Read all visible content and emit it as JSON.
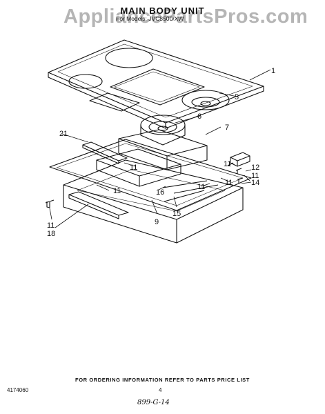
{
  "watermark": "AppliancePartsPros.com",
  "title": "MAIN BODY UNIT",
  "subtitle": "For Models: JVC8500/XW",
  "callouts": [
    "1",
    "5",
    "6",
    "7",
    "21",
    "11",
    "11",
    "12",
    "11",
    "14",
    "11",
    "11",
    "16",
    "11",
    "9",
    "15",
    "11",
    "18"
  ],
  "footer": "FOR ORDERING INFORMATION REFER TO PARTS PRICE LIST",
  "doc_number": "4174060",
  "page_number": "4",
  "handwritten_note": "899-G-14",
  "colors": {
    "line": "#111111",
    "watermark": "#b5b5b5",
    "background": "#ffffff"
  }
}
